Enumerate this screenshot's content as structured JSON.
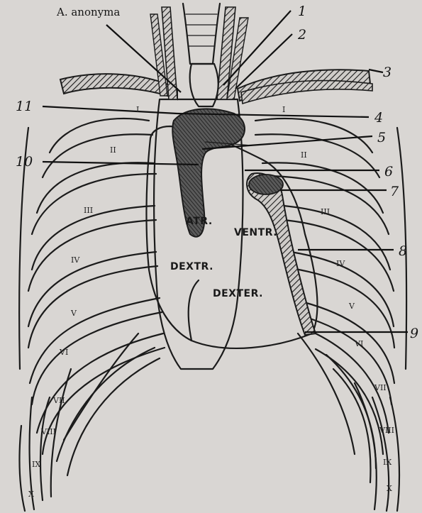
{
  "figure": {
    "top_label": "A. anonyma",
    "callouts": [
      "1",
      "2",
      "3",
      "4",
      "5",
      "6",
      "7",
      "8",
      "9",
      "10",
      "11"
    ],
    "chambers": {
      "atrium_line1": "ATR.",
      "atrium_line2": "DEXTR.",
      "ventricle_line1": "VENTR.",
      "ventricle_line2": "DEXTER."
    },
    "ribs_right": [
      "I",
      "II",
      "III",
      "IV",
      "V",
      "VI",
      "VII",
      "VIII",
      "IX",
      "X"
    ],
    "ribs_left": [
      "I",
      "II",
      "III",
      "IV",
      "V",
      "VI",
      "VII",
      "VIII",
      "IX",
      "X"
    ],
    "colors": {
      "paper": "#d9d6d3",
      "ink": "#1b1b1b",
      "fill_dark": "#3a3a3a"
    }
  }
}
